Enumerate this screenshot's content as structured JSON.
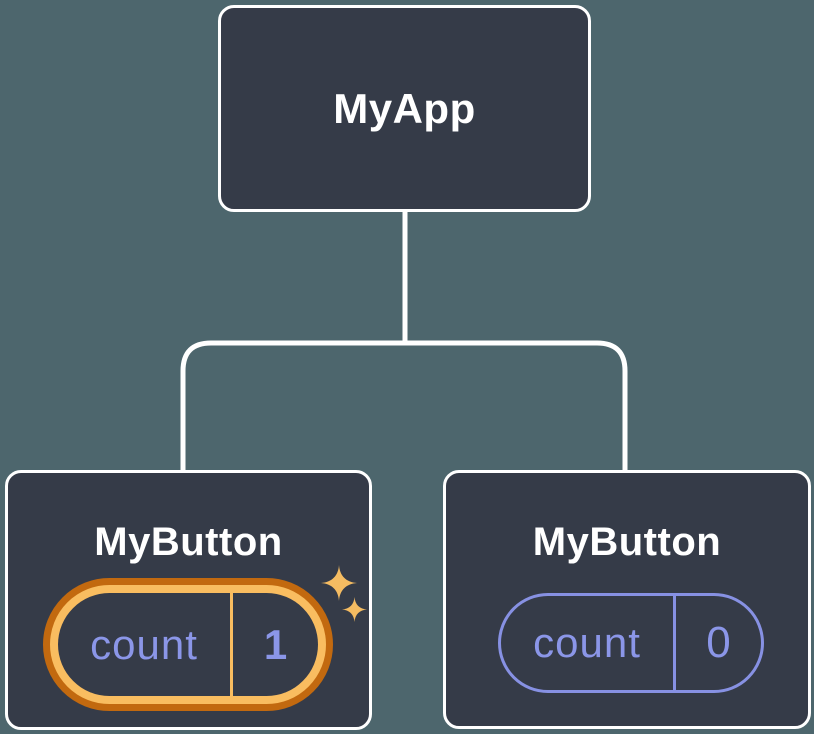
{
  "colors": {
    "background": "#4d666d",
    "node_fill": "#353b48",
    "node_border": "#ffffff",
    "connector_line": "#ffffff",
    "state_purple": "#8b96e8",
    "highlight_amber": "#f9bd60",
    "highlight_orange": "#c2690f",
    "sparkle_amber": "#f5bc62"
  },
  "tree": {
    "root": {
      "label": "MyApp"
    },
    "children": [
      {
        "label": "MyButton",
        "state_key": "count",
        "state_value": "1",
        "highlighted": true,
        "icon": "sparkles-icon"
      },
      {
        "label": "MyButton",
        "state_key": "count",
        "state_value": "0",
        "highlighted": false
      }
    ]
  }
}
